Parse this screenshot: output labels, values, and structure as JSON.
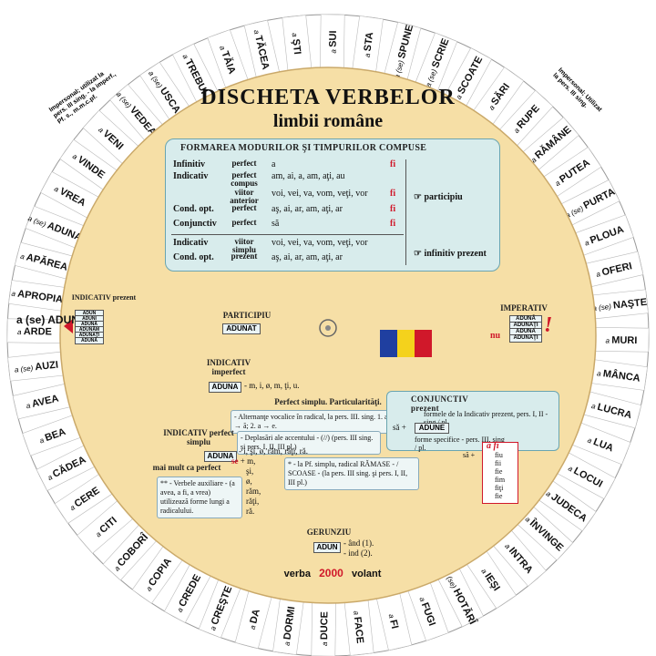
{
  "title": "DISCHETA VERBELOR",
  "subtitle": "limbii române",
  "footer": {
    "left": "verba",
    "number": "2000",
    "right": "volant"
  },
  "ring_verbs": [
    {
      "prefix": "a",
      "verb": "TĂCEA"
    },
    {
      "prefix": "a",
      "verb": "ŞTI"
    },
    {
      "prefix": "a",
      "verb": "SUI"
    },
    {
      "prefix": "a",
      "verb": "STA"
    },
    {
      "prefix": "a (se)",
      "verb": "SPUNE"
    },
    {
      "prefix": "a (se)",
      "verb": "SCRIE"
    },
    {
      "prefix": "a",
      "verb": "SCOATE"
    },
    {
      "prefix": "a",
      "verb": "SĂRI"
    },
    {
      "prefix": "a",
      "verb": "RUPE"
    },
    {
      "prefix": "a",
      "verb": "RĂMÂNE"
    },
    {
      "prefix": "a",
      "verb": "PUTEA"
    },
    {
      "prefix": "a (se)",
      "verb": "PURTA"
    },
    {
      "prefix": "a",
      "verb": "PLOUA"
    },
    {
      "prefix": "a",
      "verb": "OFERI"
    },
    {
      "prefix": "a (se)",
      "verb": "NAŞTE"
    },
    {
      "prefix": "a",
      "verb": "MURI"
    },
    {
      "prefix": "a",
      "verb": "MÂNCA"
    },
    {
      "prefix": "a",
      "verb": "LUCRA"
    },
    {
      "prefix": "a",
      "verb": "LUA"
    },
    {
      "prefix": "a",
      "verb": "LOCUI"
    },
    {
      "prefix": "a",
      "verb": "JUDECA"
    },
    {
      "prefix": "a",
      "verb": "ÎNVINGE"
    },
    {
      "prefix": "a",
      "verb": "INTRA"
    },
    {
      "prefix": "a",
      "verb": "IEŞI"
    },
    {
      "prefix": "a (se)",
      "verb": "HOTĂRÎ"
    },
    {
      "prefix": "a",
      "verb": "FUGI"
    },
    {
      "prefix": "a",
      "verb": "FI"
    },
    {
      "prefix": "a",
      "verb": "FACE"
    },
    {
      "prefix": "a",
      "verb": "DUCE"
    },
    {
      "prefix": "a",
      "verb": "DORMI"
    },
    {
      "prefix": "a",
      "verb": "DA"
    },
    {
      "prefix": "a",
      "verb": "CREŞTE"
    },
    {
      "prefix": "a",
      "verb": "CREDE"
    },
    {
      "prefix": "a",
      "verb": "COPIA"
    },
    {
      "prefix": "a",
      "verb": "COBORÎ"
    },
    {
      "prefix": "a",
      "verb": "CITI"
    },
    {
      "prefix": "a",
      "verb": "CERE"
    },
    {
      "prefix": "a",
      "verb": "CĂDEA"
    },
    {
      "prefix": "a",
      "verb": "BEA"
    },
    {
      "prefix": "a",
      "verb": "AVEA"
    },
    {
      "prefix": "a (se)",
      "verb": "AUZI"
    },
    {
      "prefix": "a",
      "verb": "ARDE"
    },
    {
      "prefix": "a",
      "verb": "APROPIA"
    },
    {
      "prefix": "a",
      "verb": "APĂREA"
    },
    {
      "prefix": "a (se)",
      "verb": "ADUNA"
    },
    {
      "prefix": "a",
      "verb": "VREA"
    },
    {
      "prefix": "a",
      "verb": "VINDE"
    },
    {
      "prefix": "a",
      "verb": "VENI"
    },
    {
      "prefix": "a (se)",
      "verb": "VEDEA"
    },
    {
      "prefix": "a (se)",
      "verb": "USCA"
    },
    {
      "prefix": "a",
      "verb": "TREBUI"
    },
    {
      "prefix": "a",
      "verb": "TĂIA"
    }
  ],
  "side_notes": {
    "left": "Impersonal; utilizat la pers. III sing. - la imperf., Pf. s., m.m.c.pf.",
    "right": "Impersonal; Utilizat la pers. III sing."
  },
  "compound": {
    "header": "FORMAREA MODURILOR ŞI TIMPURILOR COMPUSE",
    "rows": [
      {
        "mode": "Infinitiv",
        "tense": "perfect",
        "aux": "a",
        "fi": "fi"
      },
      {
        "mode": "Indicativ",
        "tense": "perfect compus",
        "aux": "am, ai, a, am, aţi, au"
      },
      {
        "mode": "",
        "tense": "viitor anterior",
        "aux": "voi, vei, va, vom, veţi, vor",
        "fi": "fi"
      },
      {
        "mode": "Cond. opt.",
        "tense": "perfect",
        "aux": "aş, ai, ar, am, aţi, ar",
        "fi": "fi"
      },
      {
        "mode": "Conjunctiv",
        "tense": "perfect",
        "aux": "să",
        "fi": "fi"
      },
      {
        "mode": "Indicativ",
        "tense": "viitor simplu",
        "aux": "voi, vei, va, vom, veţi, vor"
      },
      {
        "mode": "Cond. opt.",
        "tense": "prezent",
        "aux": "aş, ai, ar, am, aţi, ar"
      }
    ],
    "participle_label": "participiu",
    "infinitive_label": "infinitiv prezent"
  },
  "indicativ_prezent": {
    "title": "INDICATIV prezent",
    "current": "a (se) ADUNA",
    "forms": [
      "ADUN",
      "ADUNI",
      "ADUNĂ",
      "ADUNĂM",
      "ADUNAŢI",
      "ADUNĂ"
    ]
  },
  "participiu": {
    "title": "PARTICIPIU",
    "form": "ADUNAT"
  },
  "imperativ": {
    "title": "IMPERATIV",
    "forms": [
      "ADUNĂ",
      "ADUNAŢI",
      "ADUNA",
      "ADUNAŢI"
    ],
    "nu": "nu"
  },
  "imperfect": {
    "title": "INDICATIV imperfect",
    "form": "ADUNA",
    "endings": "- m,  i,  ø,  m,  ţi,  u."
  },
  "perfect_simplu": {
    "title": "INDICATIV perfect simplu",
    "form": "ADUNA",
    "particularities_title": "Perfect simplu. Particularităţi.",
    "note1": "- Alternanţe vocalice în radical, la pers. III. sing. 1. a → ă;  2. a → e.",
    "note2": "- Deplasări ale accentului - (//) (pers. III sing. şi pers. I, II, III pl.)",
    "endings": [
      "- i,  şi,  ø,  răm,  răţi,  ră.",
      "se + m,",
      "şi,",
      "ø,",
      "răm,",
      "răţi,",
      "ră."
    ],
    "note3": "* - la Pf. simplu, radical RĂMASE - / SCOASE - (la pers. III sing. şi pers. I, II, III pl.)"
  },
  "mai_mult_ca_perfect": {
    "title": "mai mult ca perfect",
    "note": "** - Verbele auxiliare - (a avea, a fi, a vrea) utilizează forme lungi a radicalului."
  },
  "conjunctiv": {
    "title": "CONJUNCTIV prezent",
    "note": "formele de la Indicativ prezent, pers. I, II - sing / pl.",
    "form": "ADUNE",
    "sa": "să +",
    "specific": "forme specifice - pers. III, sing / pl.",
    "a_fi_title": "a fi",
    "a_fi_forms": [
      "fiu",
      "fii",
      "fie",
      "fim",
      "fiţi",
      "fie"
    ],
    "sa_plus": "să +"
  },
  "gerunziu": {
    "title": "GERUNZIU",
    "form": "ADUN",
    "endings": [
      "- ând (1).",
      "- ind (2)."
    ]
  },
  "colors": {
    "disk": "#f6dfa6",
    "panel": "#d8ecec",
    "accent": "#d0182a",
    "flag": [
      "#1f3fa0",
      "#f4d21c",
      "#d0182a"
    ]
  }
}
